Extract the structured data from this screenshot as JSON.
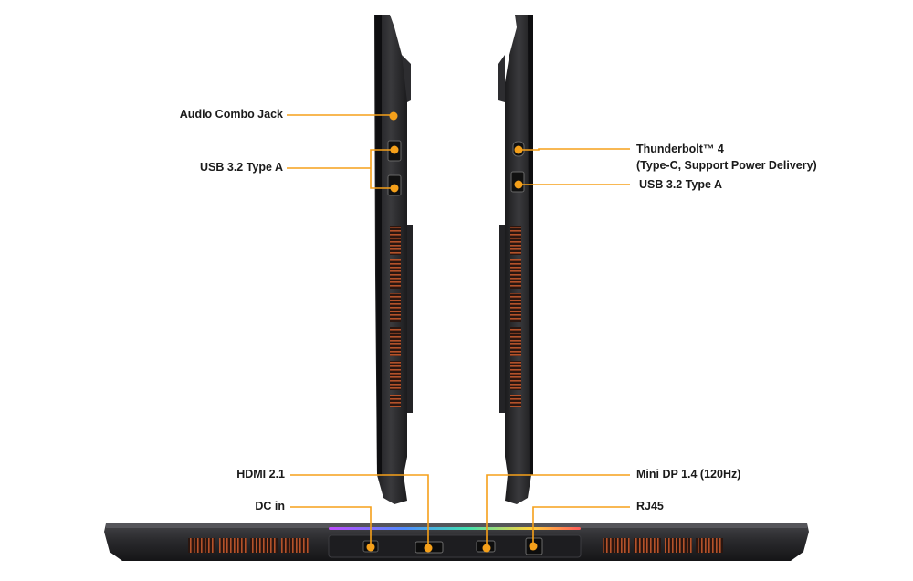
{
  "accent_color": "#f5a01a",
  "labels": {
    "audio_combo_jack": "Audio Combo Jack",
    "usb_left": "USB 3.2 Type A",
    "thunderbolt_line1": "Thunderbolt™ 4",
    "thunderbolt_line2": "(Type-C, Support Power Delivery)",
    "usb_right": "USB 3.2 Type A",
    "hdmi": "HDMI 2.1",
    "dc_in": "DC in",
    "mini_dp": "Mini DP 1.4 (120Hz)",
    "rj45": "RJ45"
  },
  "icons": [
    "laptop-left-side-icon",
    "laptop-right-side-icon",
    "laptop-rear-view-icon",
    "port-marker-icon"
  ]
}
